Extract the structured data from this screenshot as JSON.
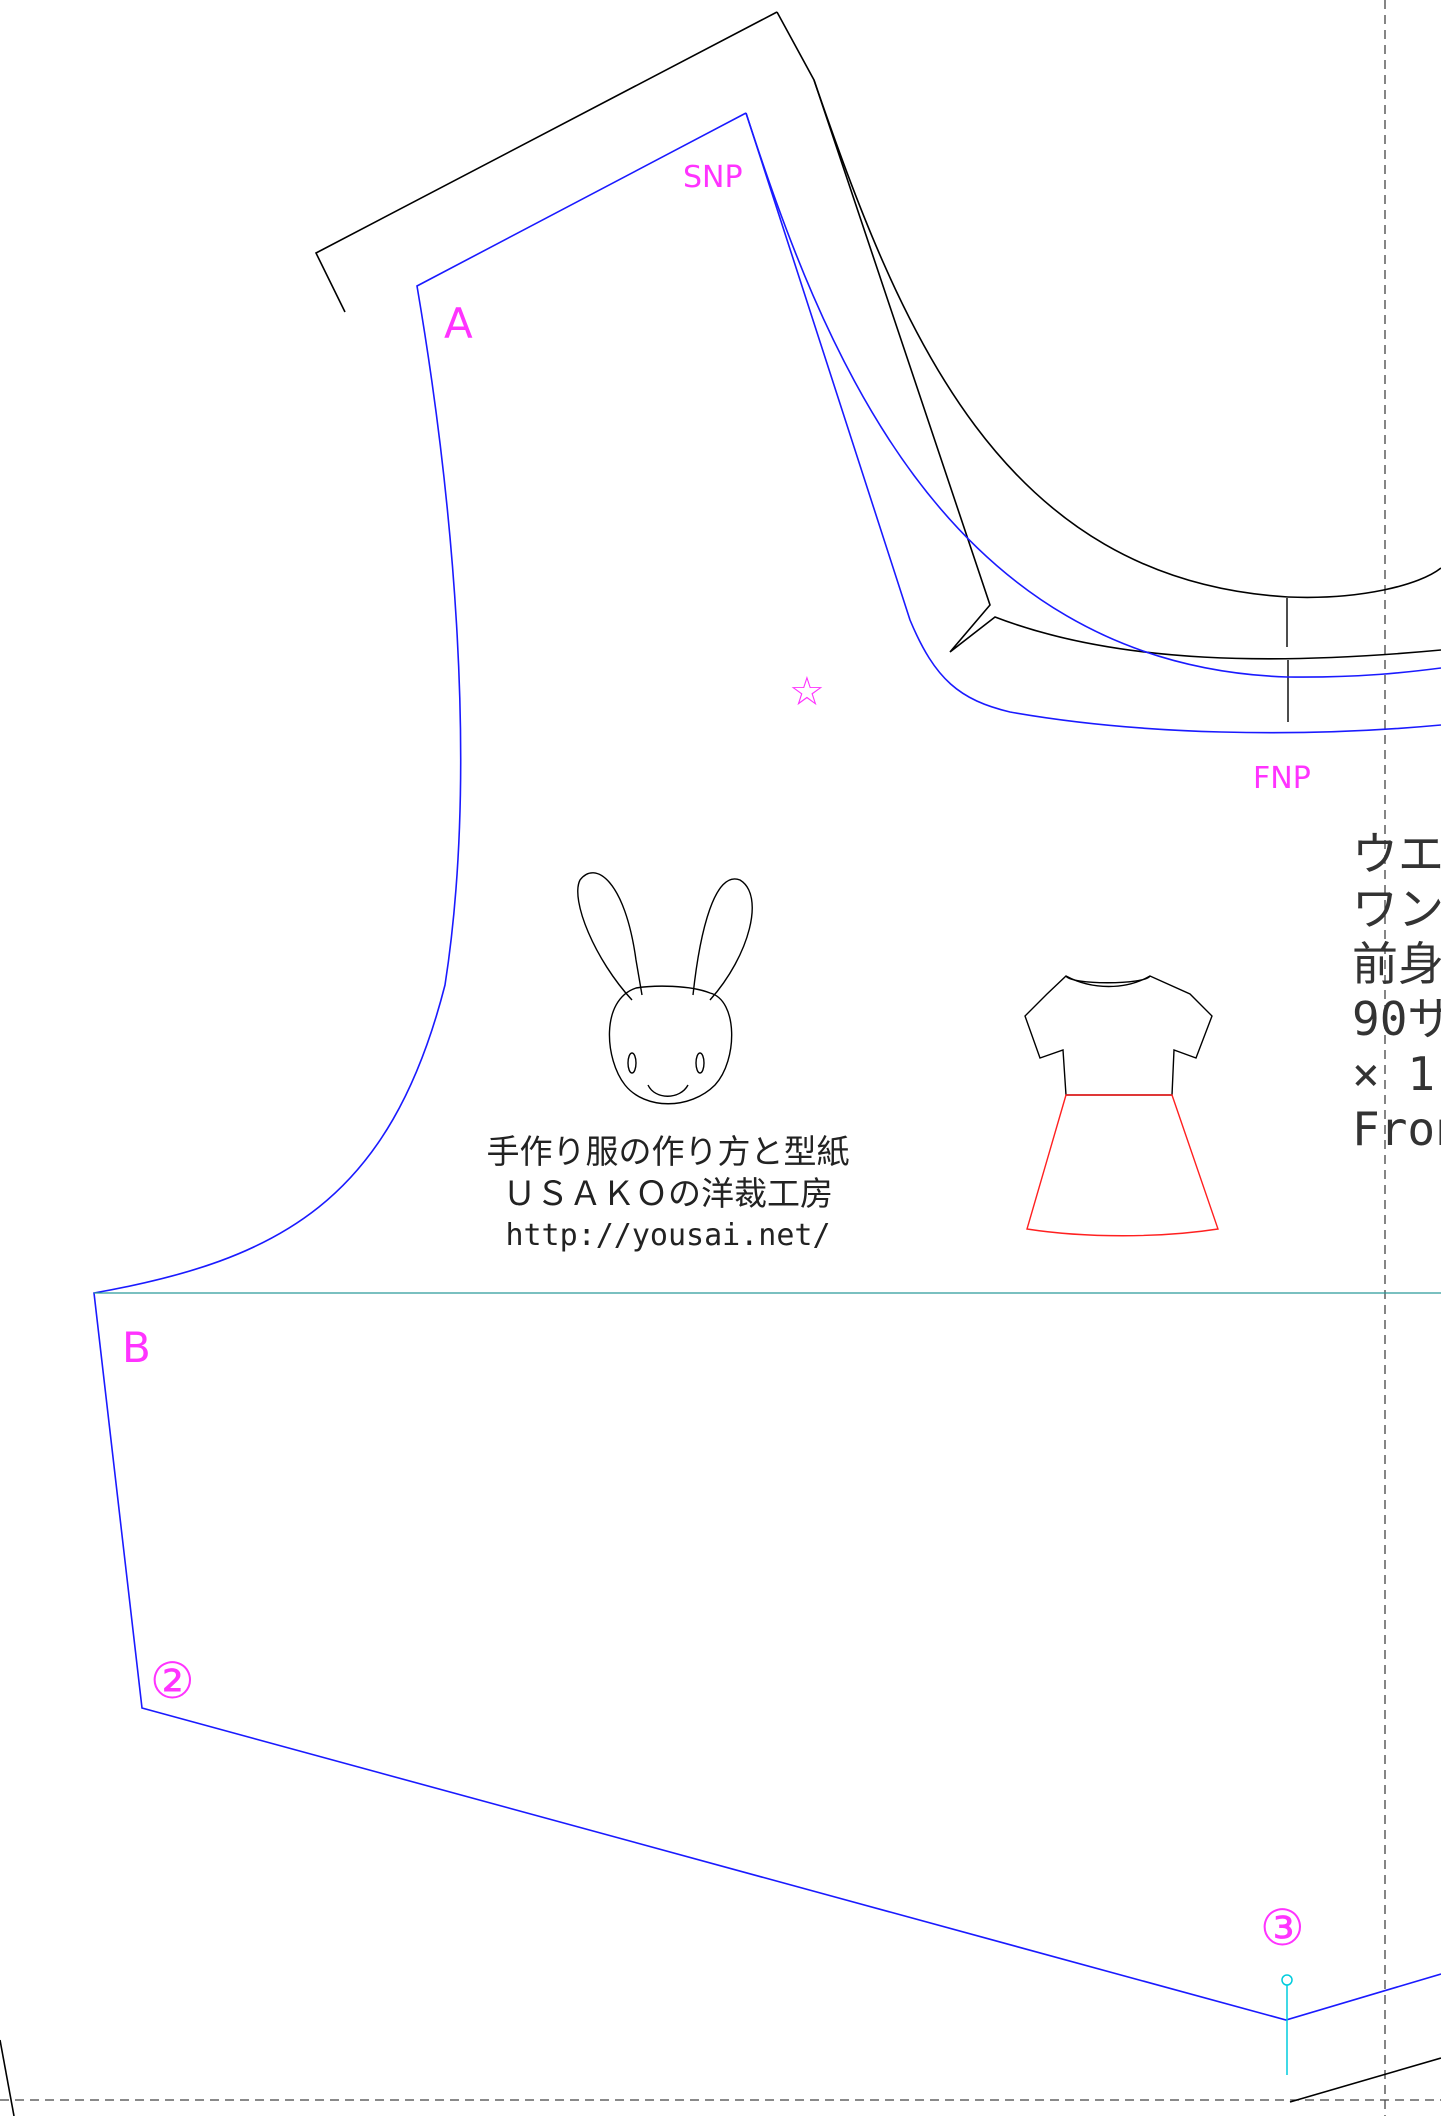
{
  "points": {
    "snp": "SNP",
    "a": "A",
    "fnp": "FNP",
    "b": "B",
    "two": "②",
    "three": "③",
    "star": "☆"
  },
  "logo": {
    "line1": "手作り服の作り方と型紙",
    "line2": "ＵＳＡＫＯの洋裁工房",
    "line3": "http://yousai.net/"
  },
  "side_text": [
    "ウエ",
    "ワン",
    "前身",
    "90サ",
    "× 1",
    "Fron"
  ],
  "colors": {
    "cut_line": "#000000",
    "seam_line": "#1a1aff",
    "marks": "#ff33ff",
    "waist_line": "#2a9a9a",
    "skirt": "#ff2020",
    "guide": "#00ccdd"
  }
}
